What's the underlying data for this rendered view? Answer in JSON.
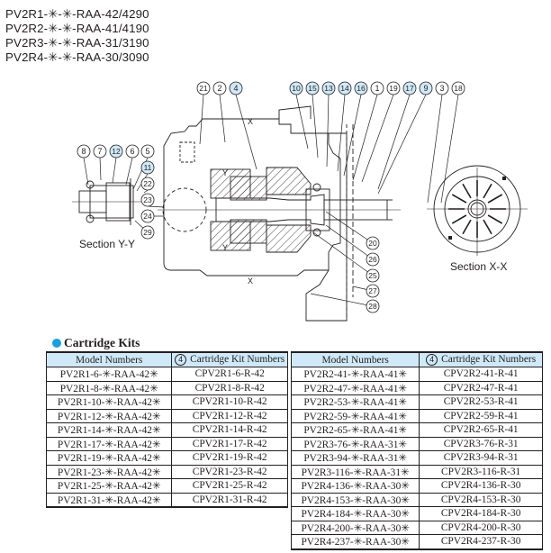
{
  "models": [
    "PV2R1-✳-✳-RAA-42/4290",
    "PV2R2-✳-✳-RAA-41/4190",
    "PV2R3-✳-✳-RAA-31/3190",
    "PV2R4-✳-✳-RAA-30/3090"
  ],
  "drawing": {
    "section_yy_label": "Section Y-Y",
    "section_xx_label": "Section X-X",
    "cut_x": "X",
    "cut_y": "Y",
    "accent_color": "#cfe9f8",
    "top_callouts": [
      {
        "n": "21",
        "highlight": false
      },
      {
        "n": "2",
        "highlight": false
      },
      {
        "n": "4",
        "highlight": true
      },
      {
        "n": "10",
        "highlight": true
      },
      {
        "n": "15",
        "highlight": true
      },
      {
        "n": "13",
        "highlight": true
      },
      {
        "n": "14",
        "highlight": true
      },
      {
        "n": "16",
        "highlight": true
      },
      {
        "n": "1",
        "highlight": false
      },
      {
        "n": "19",
        "highlight": false
      },
      {
        "n": "17",
        "highlight": true
      },
      {
        "n": "9",
        "highlight": true
      },
      {
        "n": "3",
        "highlight": false
      },
      {
        "n": "18",
        "highlight": false
      }
    ],
    "left_callouts": [
      {
        "n": "8",
        "highlight": false
      },
      {
        "n": "7",
        "highlight": false
      },
      {
        "n": "12",
        "highlight": true
      },
      {
        "n": "6",
        "highlight": false
      },
      {
        "n": "5",
        "highlight": false
      },
      {
        "n": "11",
        "highlight": true
      },
      {
        "n": "22",
        "highlight": false
      },
      {
        "n": "23",
        "highlight": false
      },
      {
        "n": "24",
        "highlight": false
      },
      {
        "n": "29",
        "highlight": false
      }
    ],
    "right_callouts": [
      {
        "n": "20",
        "highlight": false
      },
      {
        "n": "26",
        "highlight": false
      },
      {
        "n": "25",
        "highlight": false
      },
      {
        "n": "27",
        "highlight": false
      },
      {
        "n": "28",
        "highlight": false
      }
    ]
  },
  "cartridge_kits": {
    "title": "Cartridge Kits",
    "bullet_color": "#1a9fe0",
    "header_color": "#cfe9f8",
    "col_model": "Model Numbers",
    "col_kit_marker": "4",
    "col_kit": "Cartridge Kit Numbers",
    "left_rows": [
      {
        "model": "PV2R1-6-✳-RAA-42✳",
        "kit": "CPV2R1-6-R-42"
      },
      {
        "model": "PV2R1-8-✳-RAA-42✳",
        "kit": "CPV2R1-8-R-42"
      },
      {
        "model": "PV2R1-10-✳-RAA-42✳",
        "kit": "CPV2R1-10-R-42"
      },
      {
        "model": "PV2R1-12-✳-RAA-42✳",
        "kit": "CPV2R1-12-R-42"
      },
      {
        "model": "PV2R1-14-✳-RAA-42✳",
        "kit": "CPV2R1-14-R-42"
      },
      {
        "model": "PV2R1-17-✳-RAA-42✳",
        "kit": "CPV2R1-17-R-42"
      },
      {
        "model": "PV2R1-19-✳-RAA-42✳",
        "kit": "CPV2R1-19-R-42"
      },
      {
        "model": "PV2R1-23-✳-RAA-42✳",
        "kit": "CPV2R1-23-R-42"
      },
      {
        "model": "PV2R1-25-✳-RAA-42✳",
        "kit": "CPV2R1-25-R-42"
      },
      {
        "model": "PV2R1-31-✳-RAA-42✳",
        "kit": "CPV2R1-31-R-42"
      }
    ],
    "right_rows": [
      {
        "model": "PV2R2-41-✳-RAA-41✳",
        "kit": "CPV2R2-41-R-41"
      },
      {
        "model": "PV2R2-47-✳-RAA-41✳",
        "kit": "CPV2R2-47-R-41"
      },
      {
        "model": "PV2R2-53-✳-RAA-41✳",
        "kit": "CPV2R2-53-R-41"
      },
      {
        "model": "PV2R2-59-✳-RAA-41✳",
        "kit": "CPV2R2-59-R-41"
      },
      {
        "model": "PV2R2-65-✳-RAA-41✳",
        "kit": "CPV2R2-65-R-41"
      },
      {
        "model": "PV2R3-76-✳-RAA-31✳",
        "kit": "CPV2R3-76-R-31"
      },
      {
        "model": "PV2R3-94-✳-RAA-31✳",
        "kit": "CPV2R3-94-R-31"
      },
      {
        "model": "PV2R3-116-✳-RAA-31✳",
        "kit": "CPV2R3-116-R-31"
      },
      {
        "model": "PV2R4-136-✳-RAA-30✳",
        "kit": "CPV2R4-136-R-30"
      },
      {
        "model": "PV2R4-153-✳-RAA-30✳",
        "kit": "CPV2R4-153-R-30"
      },
      {
        "model": "PV2R4-184-✳-RAA-30✳",
        "kit": "CPV2R4-184-R-30"
      },
      {
        "model": "PV2R4-200-✳-RAA-30✳",
        "kit": "CPV2R4-200-R-30"
      },
      {
        "model": "PV2R4-237-✳-RAA-30✳",
        "kit": "CPV2R4-237-R-30"
      }
    ]
  }
}
